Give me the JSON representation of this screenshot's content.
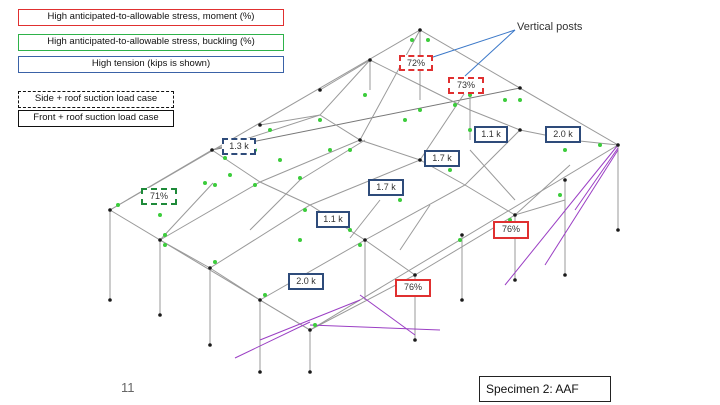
{
  "legend": {
    "moment": "High anticipated-to-allowable stress, moment (%)",
    "buckling": "High anticipated-to-allowable stress, buckling (%)",
    "tension": "High tension (kips is shown)",
    "side_case": "Side + roof suction load case",
    "front_case": "Front + roof suction load case"
  },
  "annotation": {
    "vertical_posts": "Vertical posts"
  },
  "callouts": [
    {
      "id": "c72",
      "text": "72%"
    },
    {
      "id": "c73",
      "text": "73%"
    },
    {
      "id": "c71",
      "text": "71%"
    },
    {
      "id": "c13",
      "text": "1.3 k"
    },
    {
      "id": "c11a",
      "text": "1.1 k"
    },
    {
      "id": "c20a",
      "text": "2.0 k"
    },
    {
      "id": "c17a",
      "text": "1.7 k"
    },
    {
      "id": "c17b",
      "text": "1.7 k"
    },
    {
      "id": "c11b",
      "text": "1.1 k"
    },
    {
      "id": "c20b",
      "text": "2.0 k"
    },
    {
      "id": "c76a",
      "text": "76%"
    },
    {
      "id": "c76b",
      "text": "76%"
    }
  ],
  "footer": {
    "page_number": "11",
    "specimen": "Specimen 2: AAF"
  },
  "colors": {
    "moment": "#e03030",
    "buckling": "#2eb24a",
    "tension": "#3a62a7",
    "member": "#9a9a9a",
    "brace": "#9b3fc4",
    "node": "#1a1a1a",
    "connection": "#3ccc3c"
  }
}
